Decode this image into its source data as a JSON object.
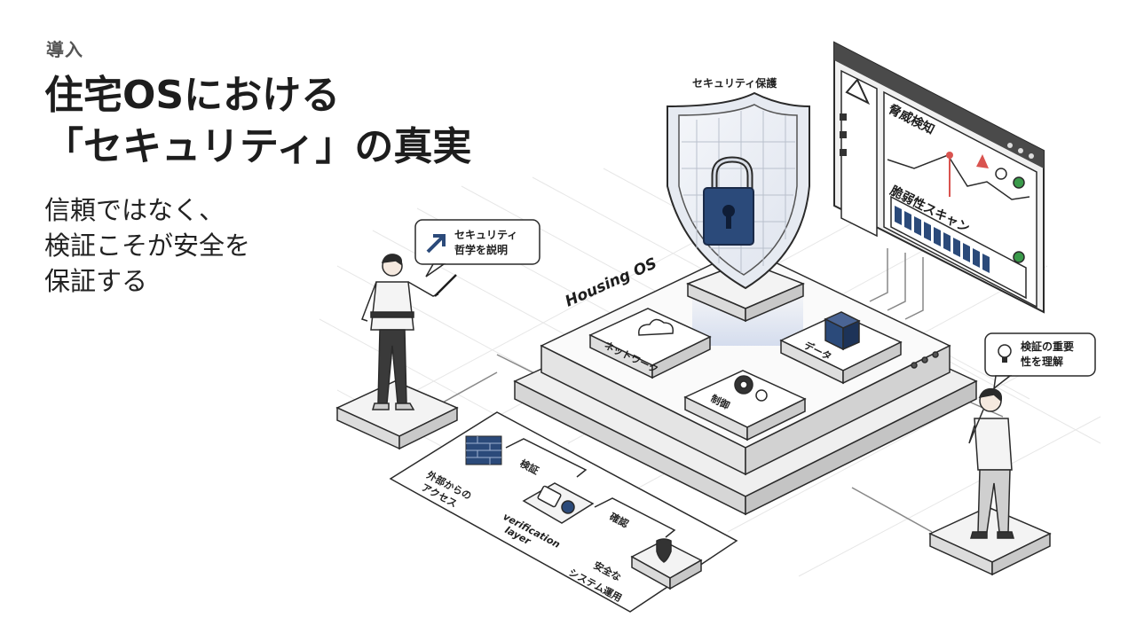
{
  "section_label": "導入",
  "title_lines": [
    "住宅OSにおける",
    "「セキュリティ」の真実"
  ],
  "subtitle_lines": [
    "信頼ではなく、",
    "検証こそが安全を",
    "保証する"
  ],
  "diagram": {
    "shield_label": "セキュリティ保護",
    "platform_label": "Housing OS",
    "modules": {
      "network": "ネットワーク",
      "data": "データ",
      "control": "制御"
    },
    "monitor": {
      "threat_label": "脅威検知",
      "vuln_label": "脆弱性スキャン"
    },
    "flow": {
      "external_access": [
        "外部からの",
        "アクセス"
      ],
      "verify_label": "検証",
      "layer_label": [
        "verification",
        "layer"
      ],
      "confirm_label": "確認",
      "safe_op": [
        "安全な",
        "システム運用"
      ]
    },
    "bubble_left": [
      "セキュリティ",
      "哲学を説明"
    ],
    "bubble_right": [
      "検証の重要",
      "性を理解"
    ],
    "colors": {
      "accent": "#2b4a7a",
      "ink": "#1f1f1f",
      "alert": "#d9534f",
      "ok": "#3a9a4a"
    }
  }
}
